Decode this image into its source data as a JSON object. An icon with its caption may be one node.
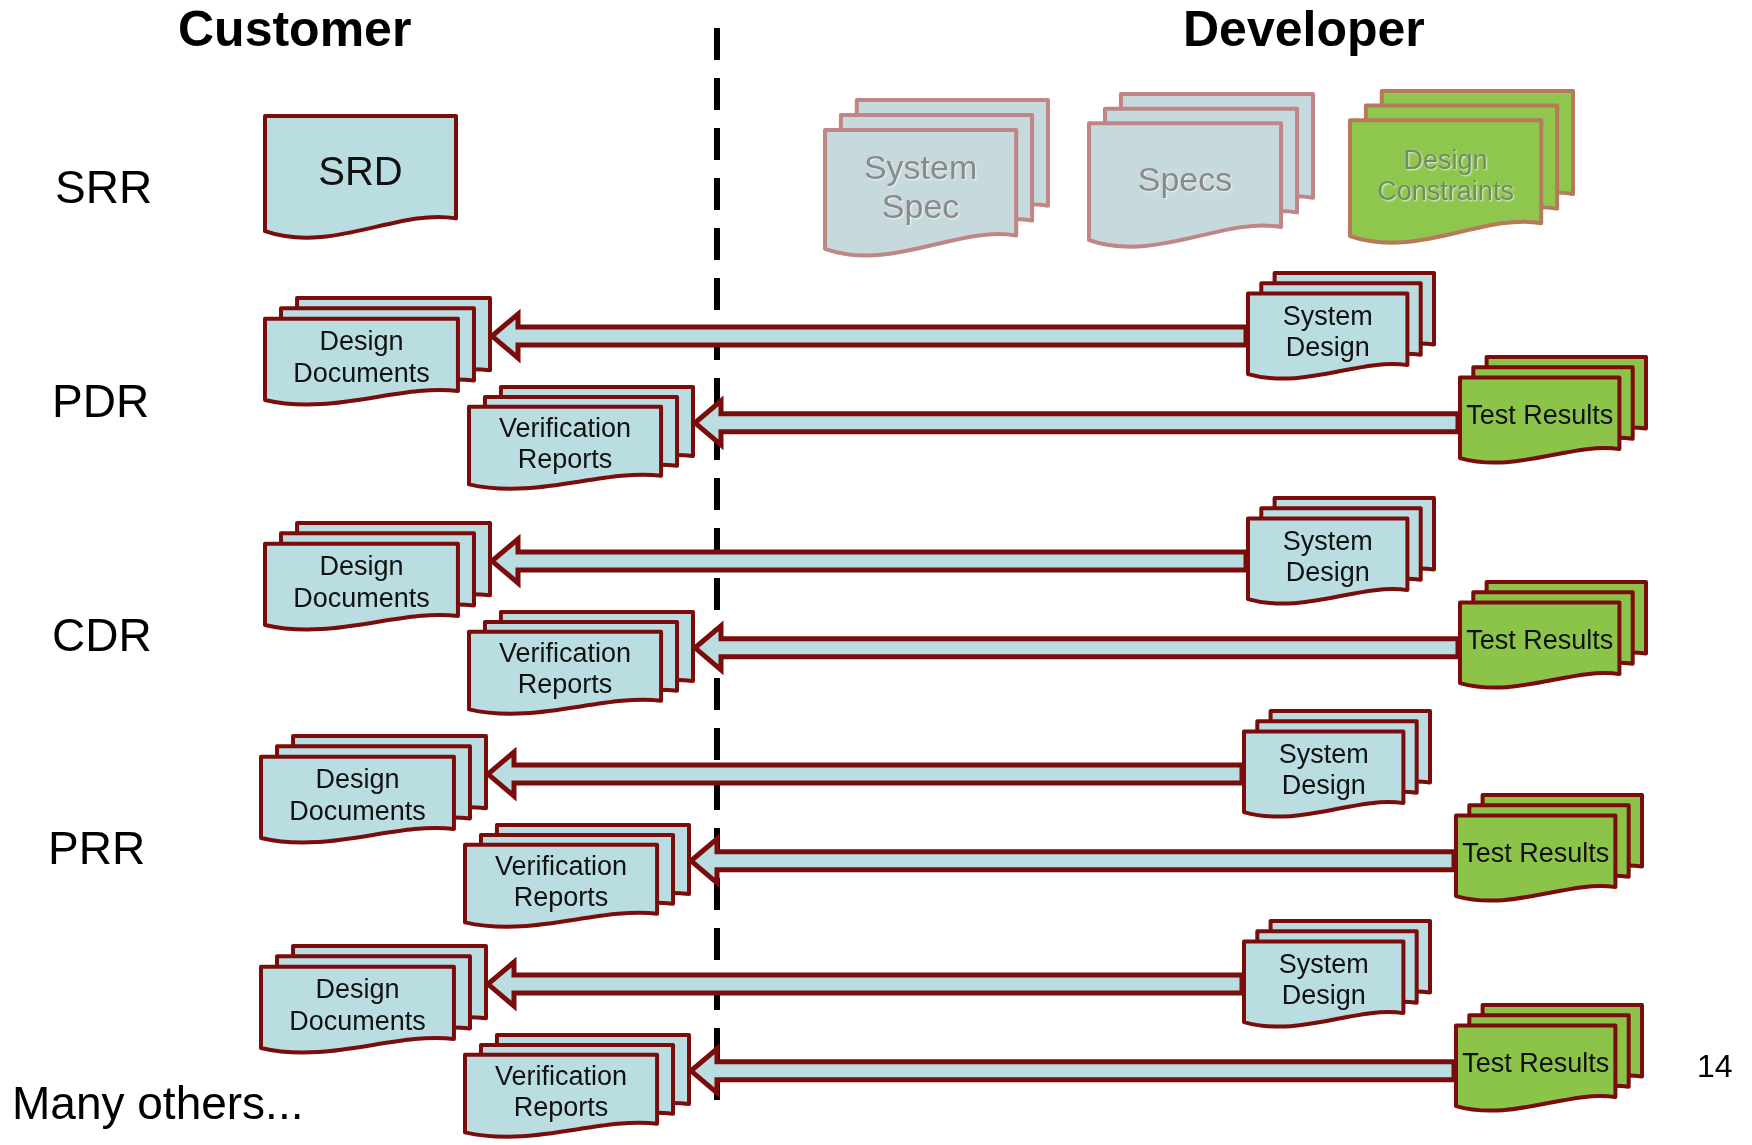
{
  "diagram": {
    "nodes": [
      {
        "text": [
          "SRD"
        ]
      },
      {
        "text": [
          "System Spec"
        ]
      },
      {
        "text": [
          "Specs"
        ]
      },
      {
        "text": [
          "Design Constraints"
        ]
      },
      {
        "text": [
          "Design Documents"
        ]
      },
      {
        "text": [
          "Verification Reports"
        ]
      },
      {
        "text": [
          "System Design"
        ]
      },
      {
        "text": [
          "Test Results"
        ]
      },
      {
        "text": [
          "Design Documents"
        ]
      },
      {
        "text": [
          "Verification Reports"
        ]
      },
      {
        "text": [
          "System Design"
        ]
      },
      {
        "text": [
          "Test Results"
        ]
      },
      {
        "text": [
          "Design Documents"
        ]
      },
      {
        "text": [
          "Verification Reports"
        ]
      },
      {
        "text": [
          "System Design"
        ]
      },
      {
        "text": [
          "Test Results"
        ]
      },
      {
        "text": [
          "Design Documents"
        ]
      },
      {
        "text": [
          "Verification Reports"
        ]
      },
      {
        "text": [
          "System Design"
        ]
      },
      {
        "text": [
          "Test Results"
        ]
      }
    ],
    "edges": [
      {
        "from": 6,
        "to": 4,
        "arrow": "to"
      },
      {
        "from": 7,
        "to": 5,
        "arrow": "to"
      },
      {
        "from": 10,
        "to": 8,
        "arrow": "to"
      },
      {
        "from": 11,
        "to": 9,
        "arrow": "to"
      },
      {
        "from": 14,
        "to": 12,
        "arrow": "to"
      },
      {
        "from": 15,
        "to": 13,
        "arrow": "to"
      },
      {
        "from": 18,
        "to": 16,
        "arrow": "to"
      },
      {
        "from": 19,
        "to": 17,
        "arrow": "to"
      }
    ],
    "labels": [
      "Customer",
      "Developer",
      "SRR",
      "PDR",
      "CDR",
      "PRR",
      "Many others...",
      "14"
    ]
  }
}
